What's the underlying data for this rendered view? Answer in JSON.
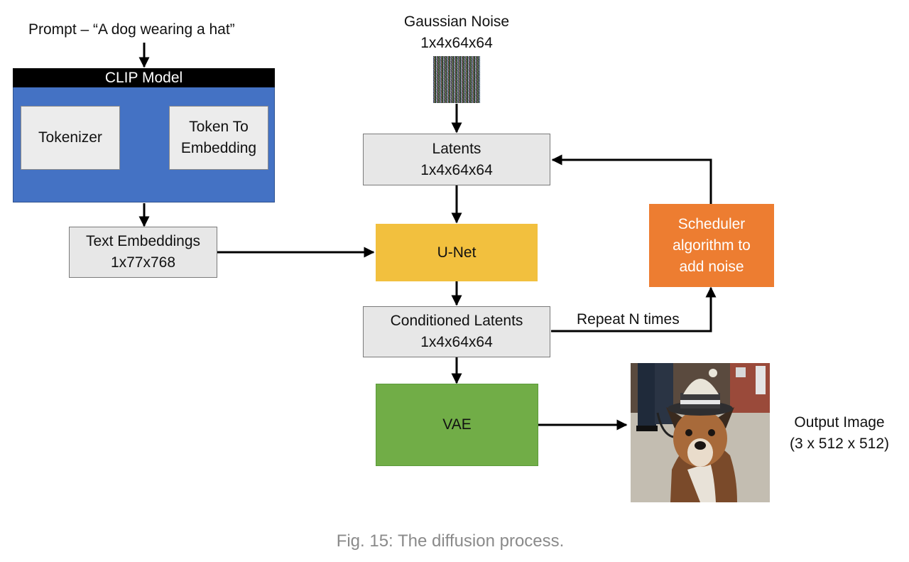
{
  "prompt": "Prompt – “A dog wearing a hat”",
  "clip": {
    "title": "CLIP Model",
    "tokenizer": "Tokenizer",
    "token_to_embedding": [
      "Token To",
      "Embedding"
    ]
  },
  "text_embeddings": {
    "label": "Text Embeddings",
    "shape": "1x77x768"
  },
  "gaussian_noise": {
    "label": "Gaussian Noise",
    "shape": "1x4x64x64"
  },
  "latents": {
    "label": "Latents",
    "shape": "1x4x64x64"
  },
  "unet": {
    "label": "U-Net"
  },
  "scheduler": {
    "lines": [
      "Scheduler",
      "algorithm to",
      "add noise"
    ]
  },
  "conditioned_latents": {
    "label": "Conditioned Latents",
    "shape": "1x4x64x64"
  },
  "repeat_label": "Repeat N times",
  "vae": {
    "label": "VAE"
  },
  "output": {
    "label": "Output Image",
    "shape": "(3 x 512 x 512)"
  },
  "caption": "Fig. 15: The diffusion process.",
  "colors": {
    "clip_blue": "#4472c4",
    "unet_yellow": "#f2c03e",
    "scheduler_orange": "#ed7d31",
    "vae_green": "#71ad47",
    "box_grey": "#e7e7e7",
    "caption_grey": "#8a8a8a"
  }
}
